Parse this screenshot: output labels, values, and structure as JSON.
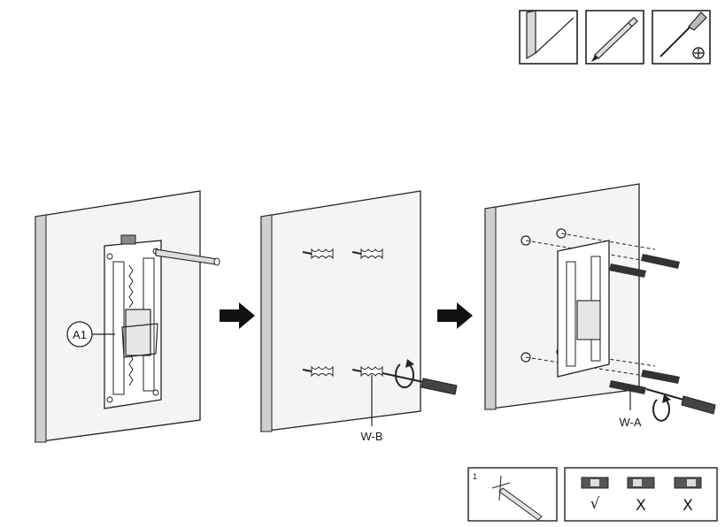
{
  "tools": [
    {
      "icon": "wall-panel-icon"
    },
    {
      "icon": "pencil-icon"
    },
    {
      "icon": "phillips-screwdriver-icon"
    }
  ],
  "steps": [
    {
      "callout": "A1"
    },
    {
      "callout": "W-B"
    },
    {
      "callout": "W-A"
    }
  ],
  "arrows": [
    {
      "icon": "right-arrow-icon"
    },
    {
      "icon": "right-arrow-icon"
    }
  ],
  "tips": {
    "mark_panel": {
      "number": "1"
    },
    "level_panel": {
      "checks": [
        "√",
        "X",
        "X"
      ]
    }
  }
}
